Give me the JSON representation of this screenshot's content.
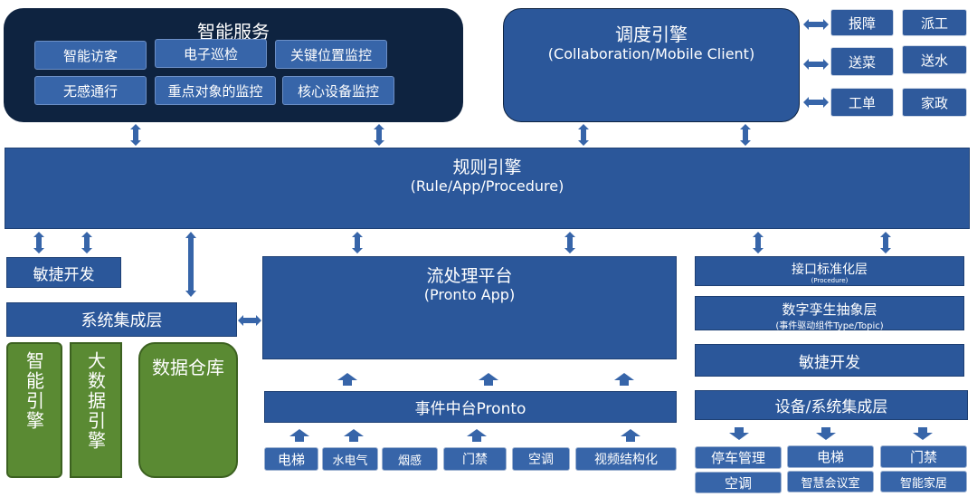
{
  "smart_service": {
    "title": "智能服务",
    "items": [
      "智能访客",
      "电子巡检",
      "关键位置监控",
      "无感通行",
      "重点对象的监控",
      "核心设备监控"
    ]
  },
  "dispatch": {
    "title": "调度引擎",
    "subtitle": "(Collaboration/Mobile Client)",
    "side_items": [
      "报障",
      "派工",
      "送菜",
      "送水",
      "工单",
      "家政"
    ]
  },
  "rule_engine": {
    "title": "规则引擎",
    "subtitle": "(Rule/App/Procedure)"
  },
  "agile_left": "敏捷开发",
  "system_integration": "系统集成层",
  "green_boxes": [
    "智能引擎",
    "大数据引擎",
    "数据仓库"
  ],
  "stream": {
    "title": "流处理平台",
    "subtitle": "(Pronto App)"
  },
  "event_center": "事件中台Pronto",
  "event_sources": [
    "电梯",
    "水电气",
    "烟感",
    "门禁",
    "空调",
    "视频结构化"
  ],
  "right_stack": {
    "interface": {
      "title": "接口标准化层",
      "subtitle": "(Procedure)"
    },
    "twin": {
      "title": "数字孪生抽象层",
      "subtitle": "(事件驱动组件Type/Topic)"
    },
    "agile": "敏捷开发",
    "device_integration": "设备/系统集成层",
    "devices": [
      "停车管理",
      "电梯",
      "门禁",
      "空调",
      "智慧会议室",
      "智能家居"
    ]
  },
  "colors": {
    "box_blue": "#2b579a",
    "dark_navy": "#0e2340",
    "green": "#5a8a33",
    "arrow": "#3765a9"
  }
}
